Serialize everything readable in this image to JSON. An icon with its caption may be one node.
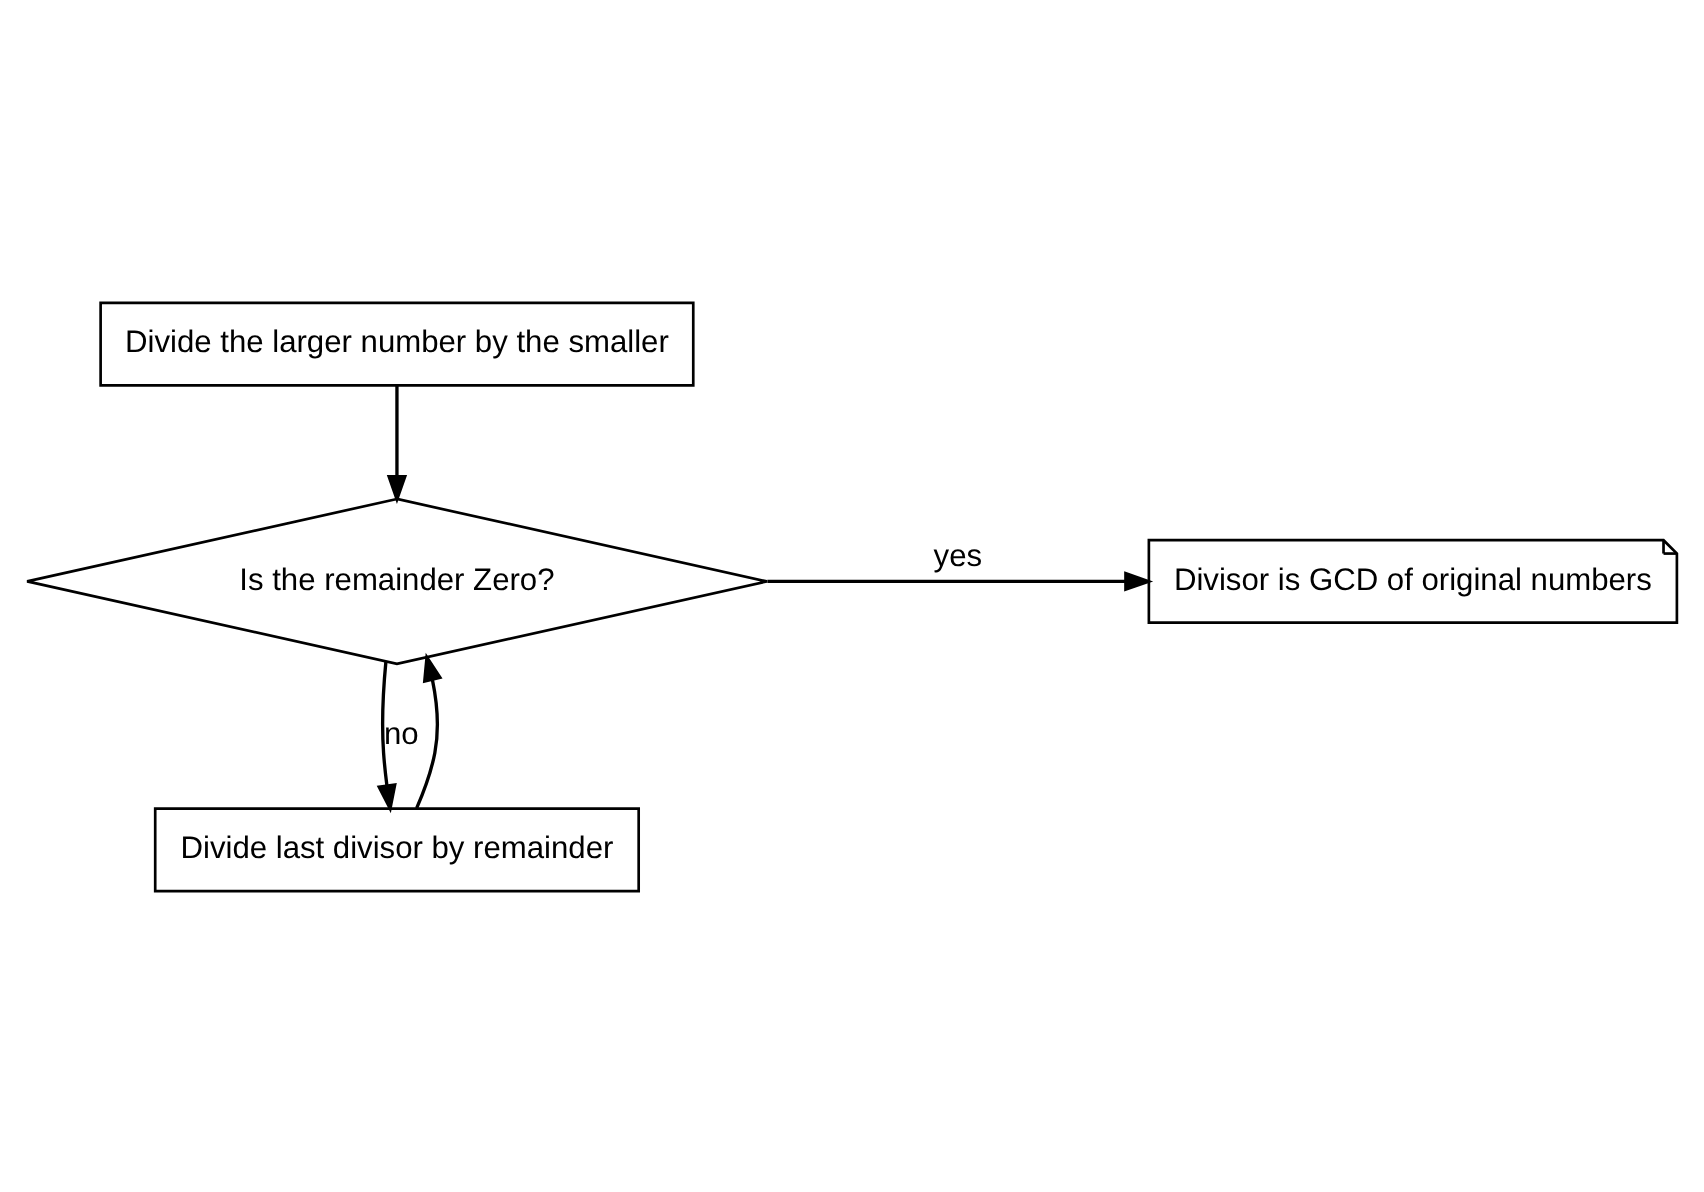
{
  "diagram": {
    "nodes": [
      {
        "text": [
          "Divide the larger number by the smaller"
        ]
      },
      {
        "text": [
          "Is the remainder Zero?"
        ]
      },
      {
        "text": [
          "Divisor is GCD of original numbers"
        ]
      },
      {
        "text": [
          "Divide last divisor by remainder"
        ]
      }
    ],
    "edges": [
      {
        "from": 0,
        "to": 1,
        "arrow": "to"
      },
      {
        "from": 1,
        "to": 2,
        "arrow": "to",
        "label": "yes"
      },
      {
        "from": 1,
        "to": 3,
        "arrow": "to",
        "label": "no"
      },
      {
        "from": 3,
        "to": 1,
        "arrow": "to"
      }
    ]
  }
}
